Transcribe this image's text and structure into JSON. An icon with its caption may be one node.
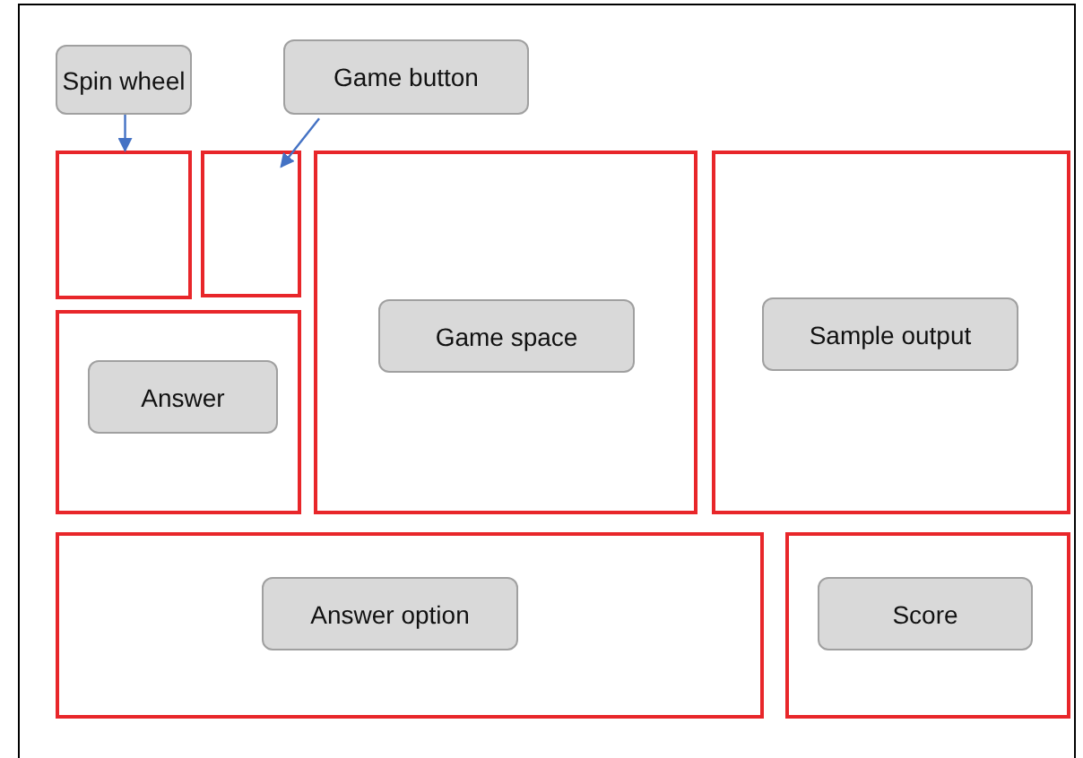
{
  "diagram": {
    "nodes": [
      {
        "text": [
          "Spin wheel"
        ]
      },
      {
        "text": [
          "Game button"
        ]
      },
      {
        "text": [],
        "shape": "box"
      },
      {
        "text": [],
        "shape": "box"
      },
      {
        "text": [],
        "shape": "box"
      },
      {
        "text": [
          "Answer"
        ],
        "in": 4
      },
      {
        "text": [],
        "shape": "box"
      },
      {
        "text": [
          "Game space"
        ],
        "in": 6
      },
      {
        "text": [],
        "shape": "box"
      },
      {
        "text": [
          "Sample output"
        ],
        "in": 8
      },
      {
        "text": [],
        "shape": "box"
      },
      {
        "text": [
          "Answer option"
        ],
        "in": 10
      },
      {
        "text": [],
        "shape": "box"
      },
      {
        "text": [
          "Score"
        ],
        "in": 12
      }
    ],
    "edges": [
      {
        "from": 0,
        "to": 2,
        "arrow": "to"
      },
      {
        "from": 1,
        "to": 3,
        "arrow": "to"
      }
    ]
  }
}
